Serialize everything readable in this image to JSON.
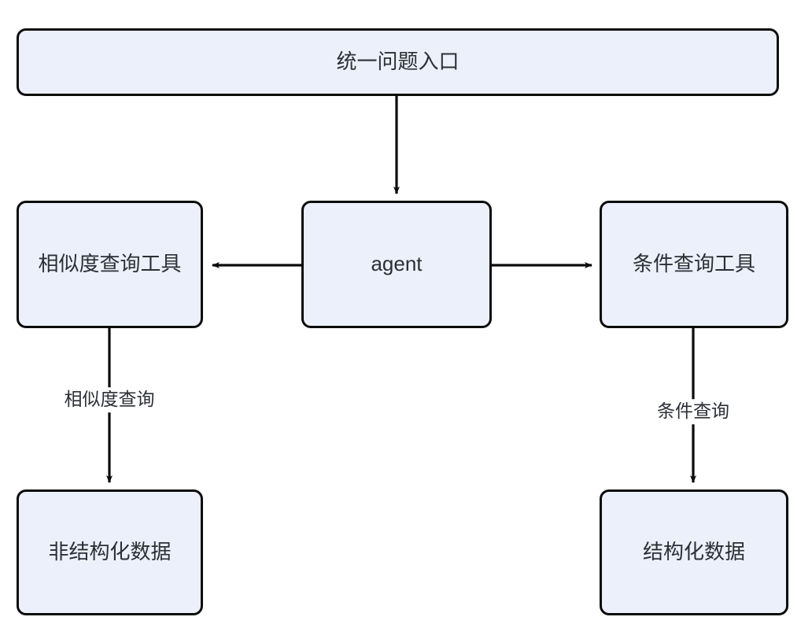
{
  "diagram": {
    "type": "flowchart",
    "direction": "top-down",
    "background_color": "#ffffff",
    "node_fill_color": "#ecf0fa",
    "node_border_color": "#0b0b0b",
    "text_color": "#2b2f36",
    "edge_color": "#0b0b0b",
    "nodes": [
      {
        "id": "entry",
        "label": "统一问题入口"
      },
      {
        "id": "sim_tool",
        "label": "相似度查询工具"
      },
      {
        "id": "agent",
        "label": "agent"
      },
      {
        "id": "cond_tool",
        "label": "条件查询工具"
      },
      {
        "id": "unstructured",
        "label": "非结构化数据"
      },
      {
        "id": "structured",
        "label": "结构化数据"
      }
    ],
    "edges": [
      {
        "from": "entry",
        "to": "agent",
        "label": ""
      },
      {
        "from": "agent",
        "to": "sim_tool",
        "label": ""
      },
      {
        "from": "agent",
        "to": "cond_tool",
        "label": ""
      },
      {
        "from": "sim_tool",
        "to": "unstructured",
        "label": "相似度查询"
      },
      {
        "from": "cond_tool",
        "to": "structured",
        "label": "条件查询"
      }
    ]
  }
}
